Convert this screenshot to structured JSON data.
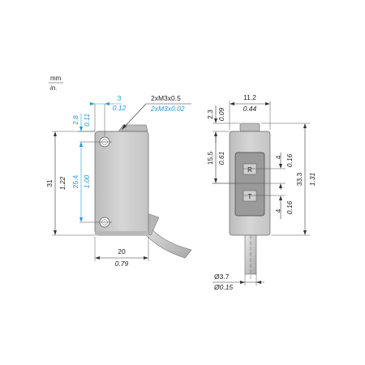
{
  "units": {
    "metric": "mm",
    "imperial": "in."
  },
  "side_view": {
    "dim_width_mm": "20",
    "dim_width_in": "0.79",
    "dim_height_mm": "31",
    "dim_height_in": "1.22",
    "dim_holes_mm": "25.4",
    "dim_holes_in": "1.00",
    "dim_top_mm": "2.8",
    "dim_top_in": "0.11",
    "dim_hole_x_mm": "3",
    "dim_hole_x_in": "0.12",
    "thread_mm": "2xM3x0.5",
    "thread_in": "2xM3x0.02"
  },
  "front_view": {
    "dim_width_mm": "11.2",
    "dim_width_in": "0.44",
    "dim_top_mm": "2.3",
    "dim_top_in": "0.09",
    "dim_lens_mm": "15.5",
    "dim_lens_in": "0.61",
    "dim_r_mm": "4",
    "dim_r_in": "0.16",
    "dim_t_mm": "4",
    "dim_t_in": "0.16",
    "dim_height_mm": "33.3",
    "dim_height_in": "1.31",
    "receiver_label": "R",
    "transmitter_label": "T",
    "dim_cable_mm": "Ø3.7",
    "dim_cable_in": "Ø0.15"
  },
  "colors": {
    "body": "#cfcfcf",
    "lens": "#9a9a9a",
    "accent": "#1e9bd7"
  }
}
